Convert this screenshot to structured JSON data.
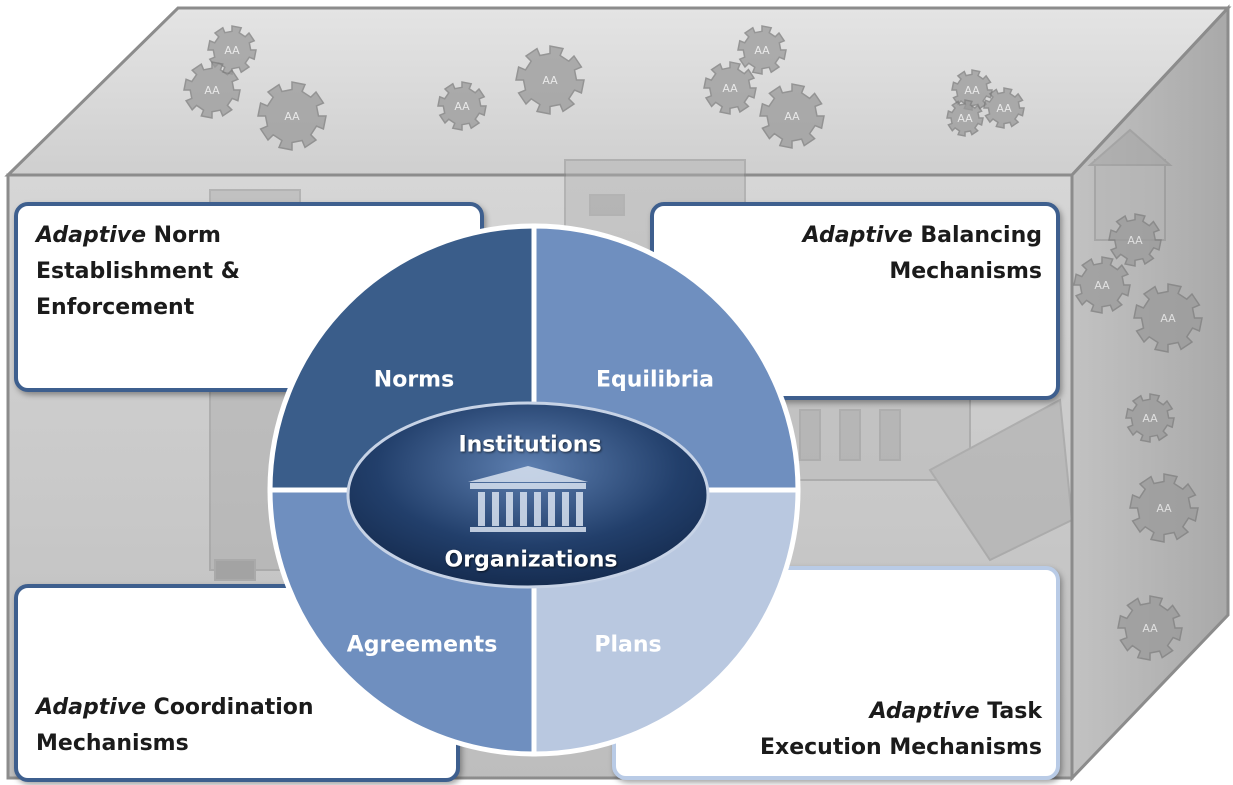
{
  "corners": {
    "top_left": {
      "keyword": "Adaptive",
      "rest_line1": " Norm",
      "line2": "Establishment  &",
      "line3": "Enforcement"
    },
    "top_right": {
      "keyword": "Adaptive",
      "rest_line1": " Balancing",
      "line2": "Mechanisms"
    },
    "bottom_left": {
      "keyword": "Adaptive",
      "rest_line1": " Coordination",
      "line2": "Mechanisms"
    },
    "bottom_right": {
      "keyword": "Adaptive",
      "rest_line1": " Task",
      "line2": "Execution Mechanisms"
    }
  },
  "quadrants": {
    "top_left": "Norms",
    "top_right": "Equilibria",
    "bottom_left": "Agreements",
    "bottom_right": "Plans"
  },
  "center": {
    "top": "Institutions",
    "bottom": "Organizations"
  },
  "gear_label": "AA",
  "colors": {
    "box_border_dark": "#3e5f8e",
    "box_border_light": "#b9cbe6",
    "quad_norms": "#3a5d8a",
    "quad_equilibria": "#6f8fbf",
    "quad_agreements": "#6f8fbf",
    "quad_plans": "#b9c8e0",
    "center_ellipse": "#1f3a63",
    "gear": "#9a9a9a"
  }
}
